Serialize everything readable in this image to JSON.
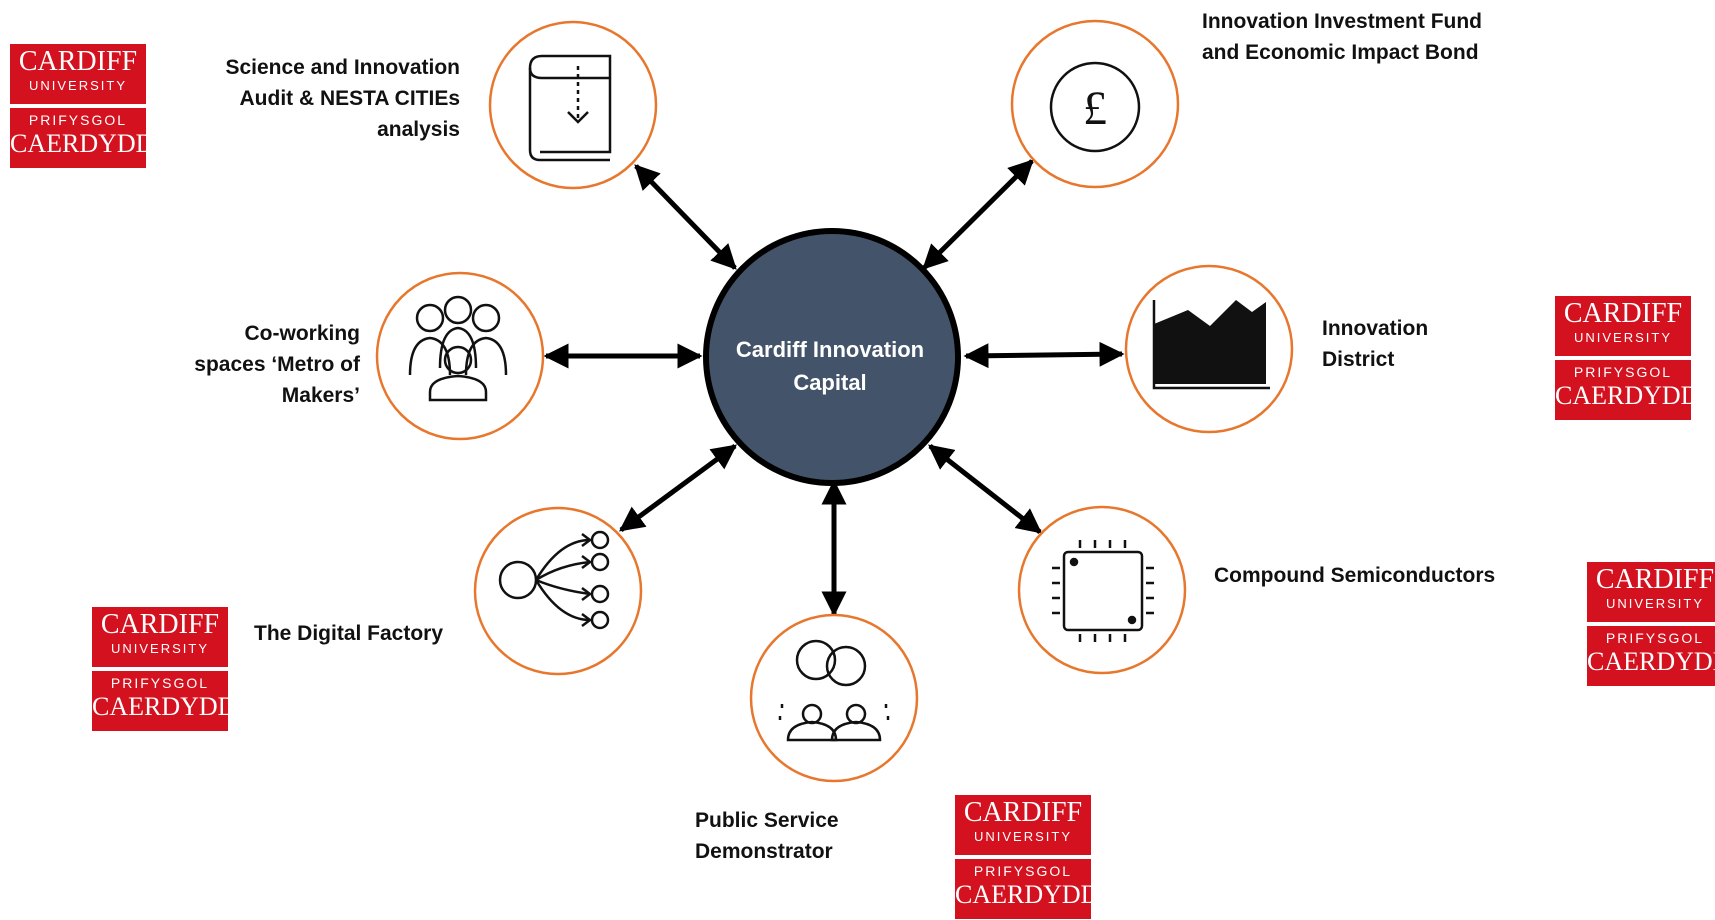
{
  "diagram": {
    "center": {
      "label": "Cardiff Innovation\nCapital",
      "fill": "#435369"
    },
    "node_ring_color": "#e8772e",
    "nodes": [
      {
        "id": "audit",
        "label": "Science and Innovation\nAudit & NESTA CITIEs\nanalysis",
        "icon": "book-download-icon"
      },
      {
        "id": "fund",
        "label": "Innovation Investment Fund\nand Economic Impact Bond",
        "icon": "pound-coin-icon"
      },
      {
        "id": "coworking",
        "label": "Co-working\nspaces ‘Metro of\nMakers’",
        "icon": "group-people-icon"
      },
      {
        "id": "district",
        "label": "Innovation\nDistrict",
        "icon": "area-chart-icon"
      },
      {
        "id": "factory",
        "label": "The Digital Factory",
        "icon": "network-flow-icon"
      },
      {
        "id": "semis",
        "label": "Compound Semiconductors",
        "icon": "microchip-icon"
      },
      {
        "id": "public",
        "label": "Public Service\nDemonstrator",
        "icon": "people-chat-icon"
      }
    ]
  },
  "logo": {
    "name_en": "CARDIFF",
    "sub_en": "UNIVERSITY",
    "sub_cy": "PRIFYSGOL",
    "name_cy": "CAERDYDD",
    "color": "#d4111e"
  }
}
